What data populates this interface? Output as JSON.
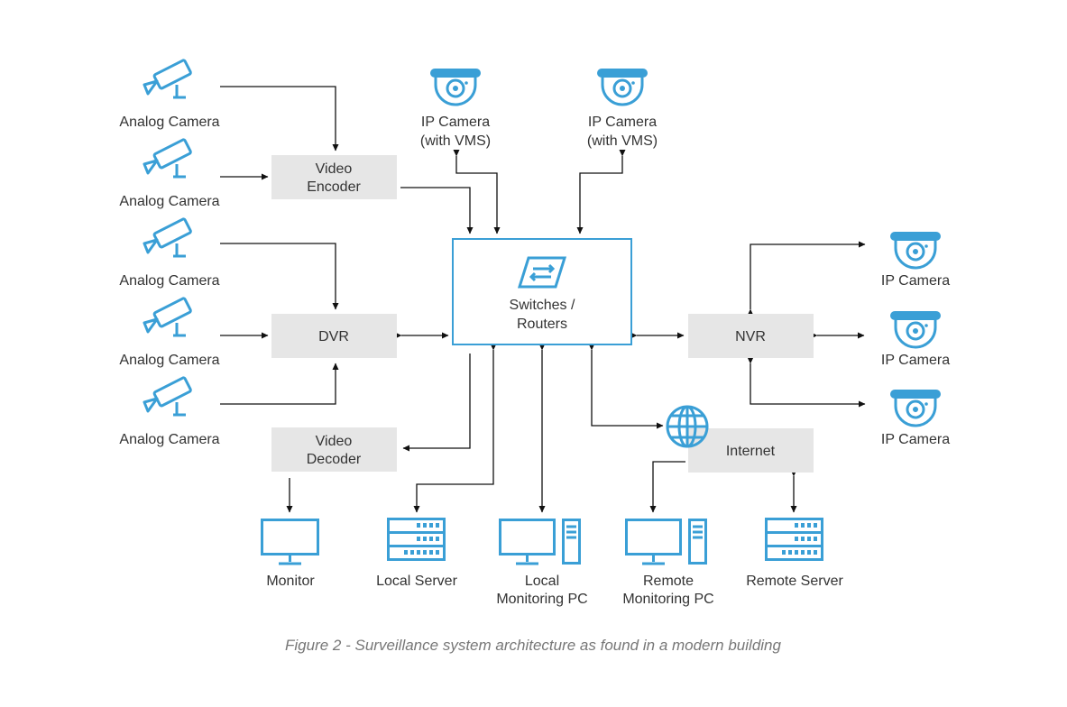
{
  "diagram": {
    "nodes": {
      "analog_camera_1": "Analog Camera",
      "analog_camera_2": "Analog Camera",
      "analog_camera_3": "Analog Camera",
      "analog_camera_4": "Analog Camera",
      "analog_camera_5": "Analog Camera",
      "video_encoder": [
        "Video",
        "Encoder"
      ],
      "dvr": "DVR",
      "video_decoder": [
        "Video",
        "Decoder"
      ],
      "ip_camera_vms_1": [
        "IP Camera",
        "(with VMS)"
      ],
      "ip_camera_vms_2": [
        "IP Camera",
        "(with VMS)"
      ],
      "switches_routers": [
        "Switches /",
        "Routers"
      ],
      "nvr": "NVR",
      "ip_camera_1": "IP Camera",
      "ip_camera_2": "IP Camera",
      "ip_camera_3": "IP Camera",
      "internet": "Internet",
      "monitor": "Monitor",
      "local_server": "Local Server",
      "local_monitoring_pc": [
        "Local",
        "Monitoring PC"
      ],
      "remote_monitoring_pc": [
        "Remote",
        "Monitoring PC"
      ],
      "remote_server": "Remote Server"
    },
    "icons": {
      "analog_camera": "analog-camera-icon",
      "ip_camera": "dome-camera-icon",
      "switch": "switch-arrows-icon",
      "globe": "globe-icon",
      "monitor": "monitor-icon",
      "server": "server-rack-icon",
      "pc": "desktop-pc-icon"
    },
    "edges": [
      {
        "from": "analog_camera_1",
        "to": "video_encoder"
      },
      {
        "from": "analog_camera_2",
        "to": "video_encoder"
      },
      {
        "from": "analog_camera_3",
        "to": "dvr"
      },
      {
        "from": "analog_camera_4",
        "to": "dvr"
      },
      {
        "from": "analog_camera_5",
        "to": "dvr"
      },
      {
        "from": "video_encoder",
        "to": "switches_routers"
      },
      {
        "from": "ip_camera_vms_1",
        "to": "switches_routers",
        "bidirectional": true
      },
      {
        "from": "ip_camera_vms_2",
        "to": "switches_routers",
        "bidirectional": true
      },
      {
        "from": "dvr",
        "to": "switches_routers",
        "bidirectional": true
      },
      {
        "from": "switches_routers",
        "to": "nvr",
        "bidirectional": true
      },
      {
        "from": "nvr",
        "to": "ip_camera_1",
        "bidirectional": true
      },
      {
        "from": "nvr",
        "to": "ip_camera_2",
        "bidirectional": true
      },
      {
        "from": "nvr",
        "to": "ip_camera_3",
        "bidirectional": true
      },
      {
        "from": "switches_routers",
        "to": "video_decoder"
      },
      {
        "from": "switches_routers",
        "to": "local_server",
        "bidirectional": true
      },
      {
        "from": "switches_routers",
        "to": "local_monitoring_pc",
        "bidirectional": true
      },
      {
        "from": "switches_routers",
        "to": "internet",
        "bidirectional": true
      },
      {
        "from": "video_decoder",
        "to": "monitor"
      },
      {
        "from": "internet",
        "to": "remote_monitoring_pc"
      },
      {
        "from": "internet",
        "to": "remote_server",
        "bidirectional": true
      }
    ],
    "colors": {
      "accent": "#3a9fd6",
      "box_fill": "#e6e6e6",
      "line": "#111111",
      "text": "#333333",
      "caption": "#777777"
    }
  },
  "caption": "Figure 2 - Surveillance system architecture as found in a modern building"
}
